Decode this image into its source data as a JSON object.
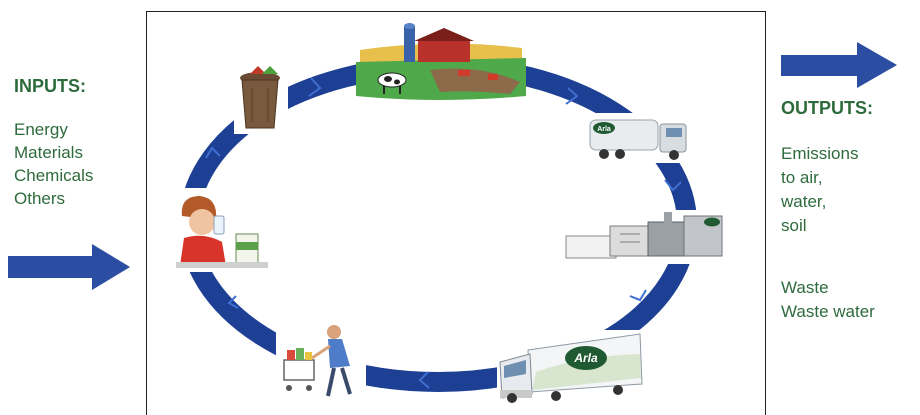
{
  "inputs": {
    "heading": "INPUTS:",
    "items": [
      "Energy",
      "Materials",
      "Chemicals",
      "Others"
    ]
  },
  "outputs": {
    "heading": "OUTPUTS:",
    "emissions_lines": [
      "Emissions",
      "to air,",
      "water,",
      "soil"
    ],
    "waste_lines": [
      "Waste",
      "Waste water"
    ]
  },
  "cycle_stages": [
    {
      "name": "farm",
      "icon": "farm-icon"
    },
    {
      "name": "milk-tanker",
      "icon": "tanker-truck-icon"
    },
    {
      "name": "dairy-plant",
      "icon": "factory-icon"
    },
    {
      "name": "distribution-truck",
      "icon": "delivery-truck-icon"
    },
    {
      "name": "retail-shopping",
      "icon": "shopping-cart-icon"
    },
    {
      "name": "consumption",
      "icon": "drinking-milk-icon"
    },
    {
      "name": "disposal",
      "icon": "waste-bin-icon"
    }
  ],
  "truck_brand": "Arla",
  "colors": {
    "text": "#2e6b3c",
    "ring": "#1d3f94",
    "arrow": "#2b4ea2"
  }
}
